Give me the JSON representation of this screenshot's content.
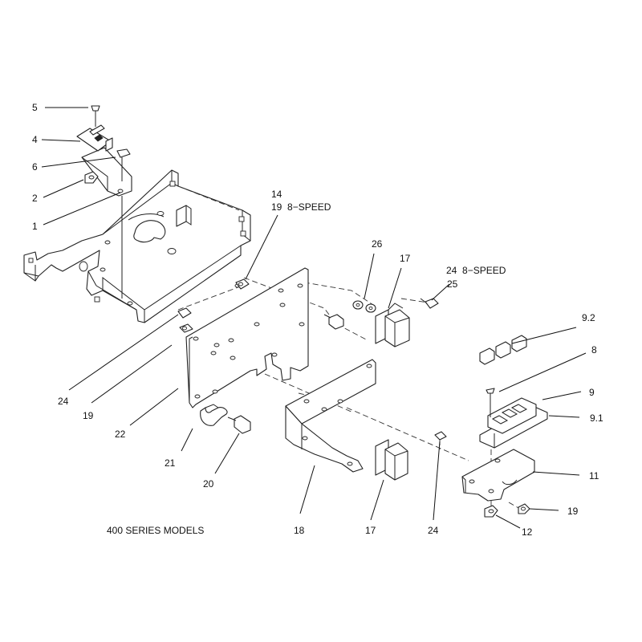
{
  "caption": "400 SERIES MODELS",
  "callouts": [
    {
      "id": "c1",
      "text": "1"
    },
    {
      "id": "c2",
      "text": "2"
    },
    {
      "id": "c4",
      "text": "4"
    },
    {
      "id": "c5",
      "text": "5"
    },
    {
      "id": "c6",
      "text": "6"
    },
    {
      "id": "c14",
      "text": "14"
    },
    {
      "id": "c19a",
      "text": "19  8−SPEED"
    },
    {
      "id": "c26",
      "text": "26"
    },
    {
      "id": "c17a",
      "text": "17"
    },
    {
      "id": "c24a",
      "text": "24  8−SPEED"
    },
    {
      "id": "c25",
      "text": "25"
    },
    {
      "id": "c92",
      "text": "9.2"
    },
    {
      "id": "c8",
      "text": "8"
    },
    {
      "id": "c9",
      "text": "9"
    },
    {
      "id": "c91",
      "text": "9.1"
    },
    {
      "id": "c11",
      "text": "11"
    },
    {
      "id": "c19c",
      "text": "19"
    },
    {
      "id": "c12",
      "text": "12"
    },
    {
      "id": "c24b",
      "text": "24"
    },
    {
      "id": "c17b",
      "text": "17"
    },
    {
      "id": "c18",
      "text": "18"
    },
    {
      "id": "c20",
      "text": "20"
    },
    {
      "id": "c21",
      "text": "21"
    },
    {
      "id": "c22",
      "text": "22"
    },
    {
      "id": "c19b",
      "text": "19"
    },
    {
      "id": "c24c",
      "text": "24"
    }
  ]
}
